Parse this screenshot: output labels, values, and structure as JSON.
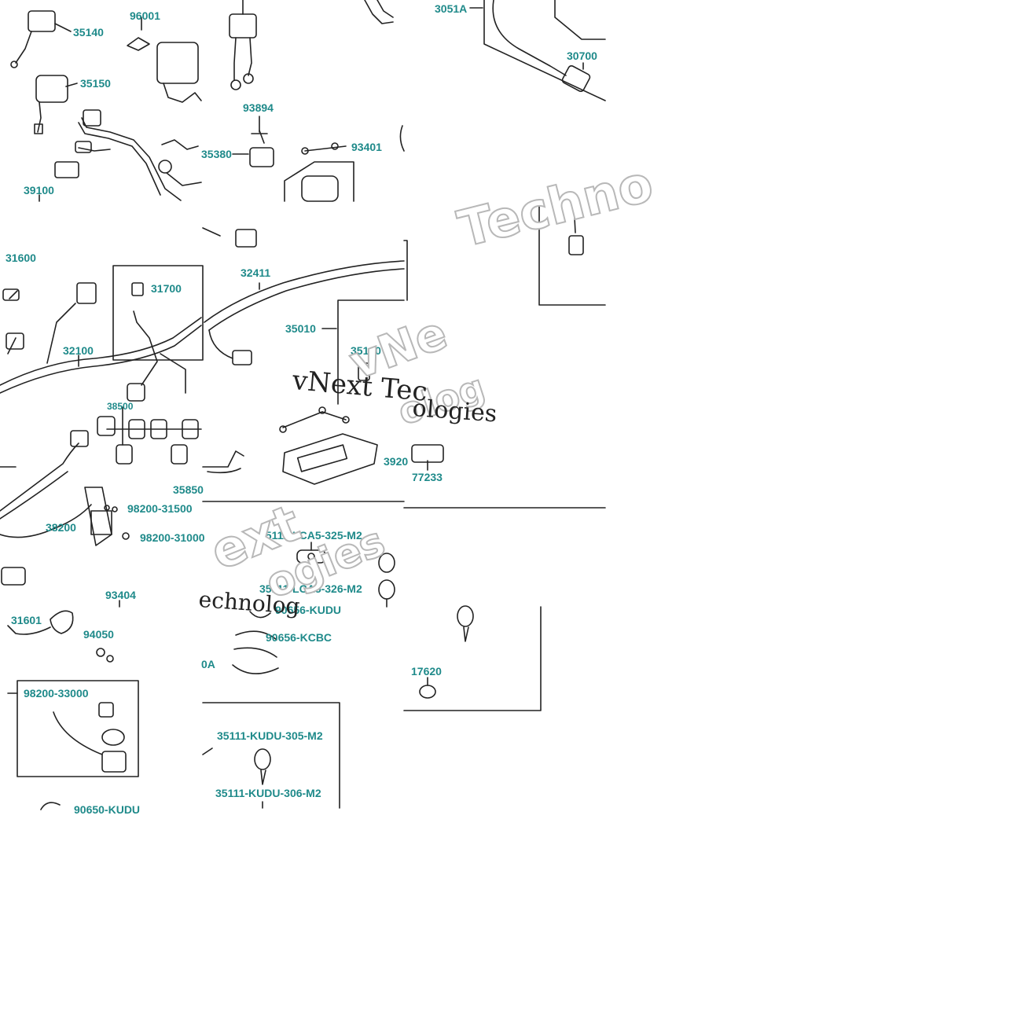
{
  "diagram": {
    "labels": [
      "35140",
      "96001",
      "35150",
      "39100",
      "93894",
      "35380",
      "93401",
      "3051A",
      "30700",
      "31600",
      "31700",
      "32100",
      "32411",
      "35010",
      "35100",
      "35850",
      "98200-31500",
      "38200",
      "98200-31000",
      "3920",
      "77233",
      "35111-LCA5-325-M2",
      "35111-LCA5-326-M2",
      "90656-KUDU",
      "90656-KCBC",
      "0A",
      "93404",
      "31601",
      "94050",
      "98200-33000",
      "38500",
      "35111-KUDU-305-M2",
      "35111-KUDU-306-M2",
      "17620",
      "90650-KUDU"
    ],
    "watermarks": {
      "outline": [
        "Techno",
        "ext",
        "ogies",
        "vNe",
        "olog"
      ],
      "serif": [
        "vNext Tec",
        "ologies",
        "echnolog"
      ]
    },
    "colors": {
      "label": "#1f8a8a",
      "line": "#222222",
      "background": "#ffffff"
    }
  }
}
